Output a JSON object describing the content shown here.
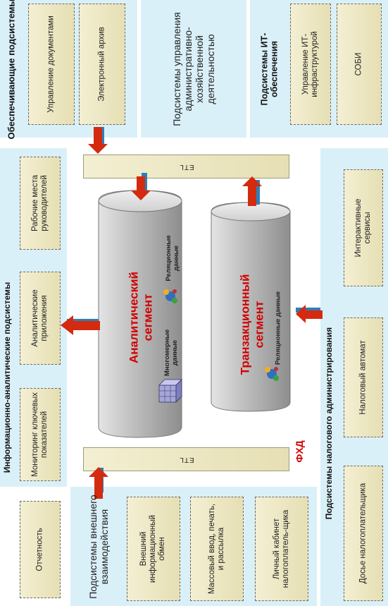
{
  "top_panel": {
    "support_title": "Обеспечивающие подсистемы",
    "doc_mgmt": "Управление документами",
    "e_archive": "Электронный архив",
    "admin_subsystems": "Подсистемы управления административно-хозяйственной деятельностью",
    "it_title": "Подсистемы ИТ-обеспечения",
    "it_infra": "Управление ИТ-инфраструктурой",
    "sobi": "СОБИ"
  },
  "etl": {
    "top": "ETL",
    "bottom": "ETL"
  },
  "segments": {
    "analytic_title": "Аналитический сегмент",
    "relational_1": "Реляционные данные",
    "multidim": "Многомерные данные",
    "transaction_title": "Транзакционный сегмент",
    "relational_2": "Реляционные данные",
    "fhd": "ФХД"
  },
  "info_panel": {
    "title": "Информационно-аналитические подсистемы",
    "work_places": "Рабочие места руководителей",
    "analytic_apps": "Аналитические приложения",
    "monitoring": "Мониторинг ключевых показателей",
    "reports": "Отчетность"
  },
  "external_panel": {
    "title": "Подсистемы внешнего взаимодействия",
    "ext_exchange": "Внешний информационный обмен",
    "mass_input": "Массовый ввод, печать, и рассылка",
    "personal_cabinet": "Личный кабинет налогоплатель-щика"
  },
  "tax_panel": {
    "title": "Подсистемы налогового администрирования",
    "interactive": "Интерактивные сервисы",
    "tax_auto": "Налоговый автомат",
    "dossier": "Досье налогоплательщика"
  },
  "colors": {
    "panel": "#daf0f8",
    "box": "#efe9c6",
    "cylinder": "#c9c9c9",
    "arrow_red": "#d42a10",
    "arrow_blue": "#2e7fb8",
    "title_red": "#d10000"
  }
}
